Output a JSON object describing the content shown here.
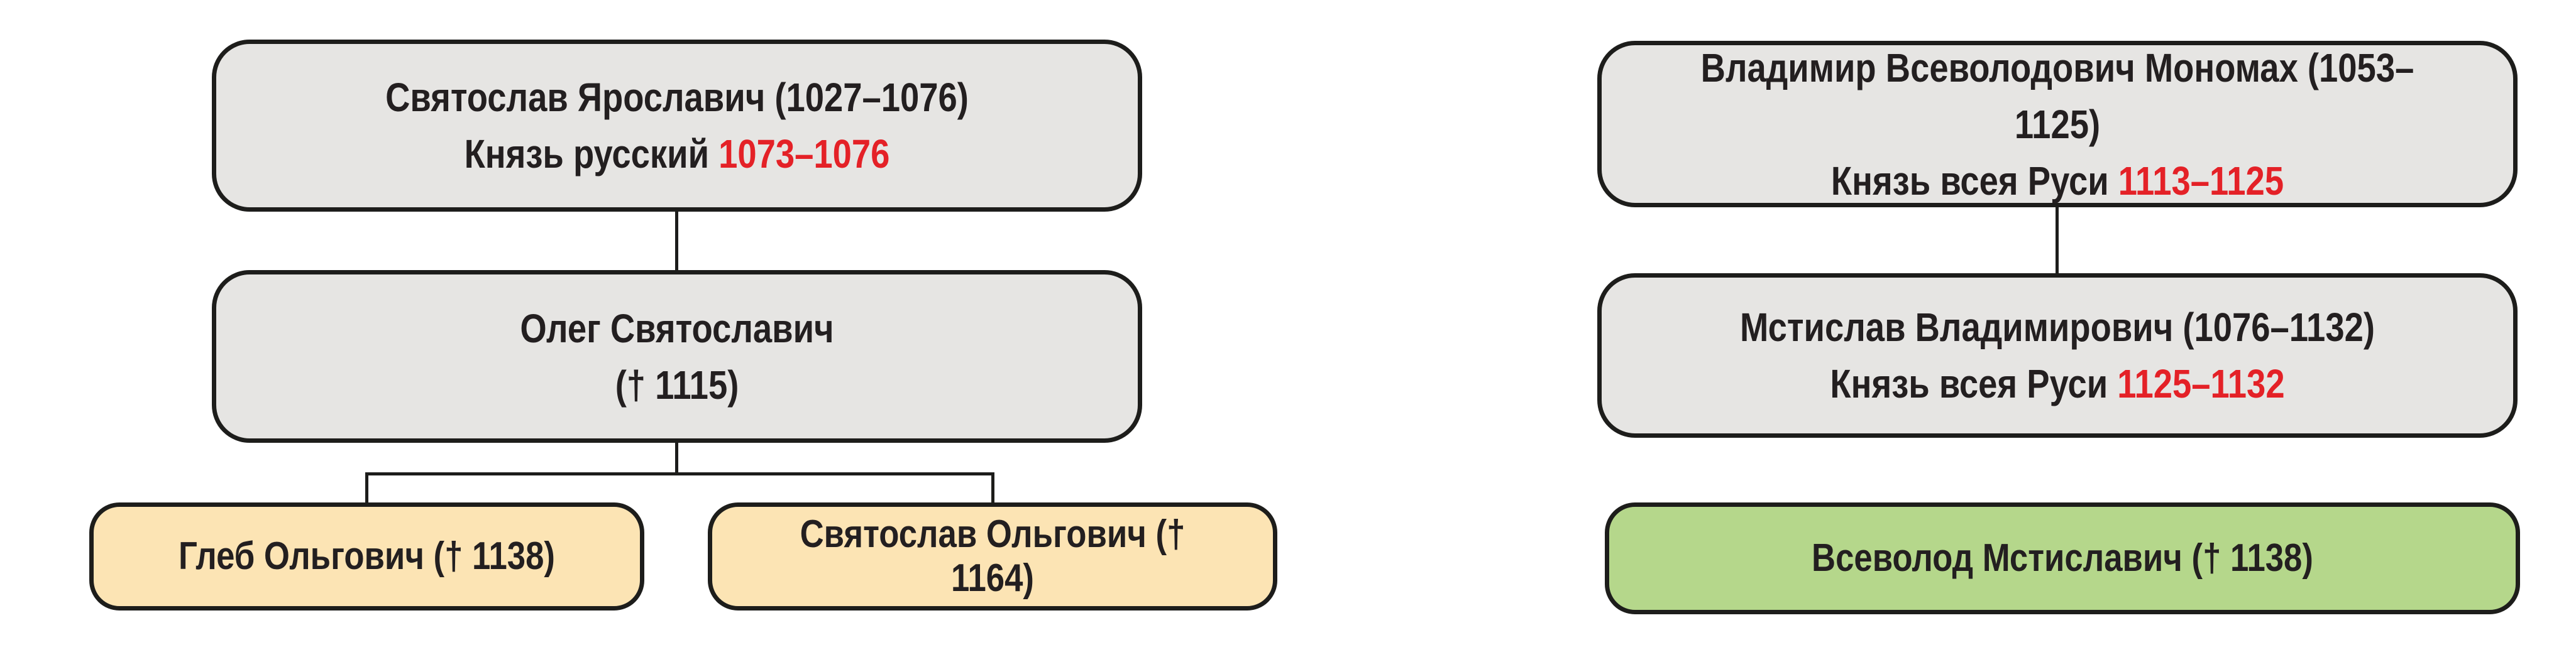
{
  "palette": {
    "canvas_bg": "#ffffff",
    "line": "#1d1d1b",
    "ink": "#231f20",
    "accent_red": "#e42127",
    "node_gray": "#e6e5e3",
    "node_tan": "#fce4b4",
    "node_green": "#b5d78b"
  },
  "left_tree": {
    "root": {
      "name_line": "Святослав Ярославич (1027–1076)",
      "title_prefix": "Князь русский ",
      "reign_years": "1073–1076"
    },
    "child": {
      "name_line": "Олег Святославич",
      "death_line": "(† 1115)"
    },
    "grandchild1": {
      "label": "Глеб Ольгович († 1138)"
    },
    "grandchild2": {
      "label": "Святослав Ольгович († 1164)"
    }
  },
  "right_tree": {
    "root": {
      "name_line": "Владимир Всеволодович Мономах (1053–1125)",
      "title_prefix": "Князь всея Руси ",
      "reign_years": "1113–1125"
    },
    "child": {
      "name_line": "Мстислав Владимирович (1076–1132)",
      "title_prefix": "Князь всея Руси ",
      "reign_years": "1125–1132"
    },
    "grandchild": {
      "label": "Всеволод Мстиславич († 1138)"
    }
  }
}
